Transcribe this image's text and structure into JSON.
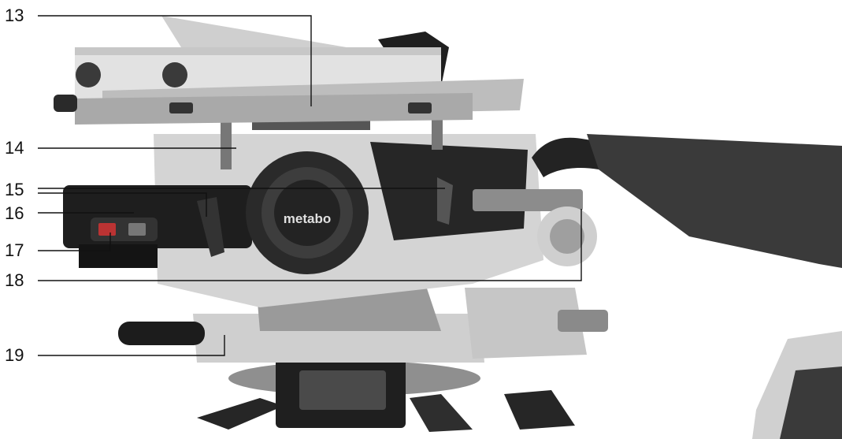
{
  "brand_label": "metabo",
  "callouts": [
    {
      "number": "13"
    },
    {
      "number": "14"
    },
    {
      "number": "15"
    },
    {
      "number": "16"
    },
    {
      "number": "17"
    },
    {
      "number": "18"
    },
    {
      "number": "19"
    }
  ],
  "colors": {
    "background": "#ffffff",
    "housing": "#d2d2d2",
    "dark": "#2a2a2a",
    "bag": "#3a3a3a",
    "aluminium": "#b9b9b9"
  }
}
